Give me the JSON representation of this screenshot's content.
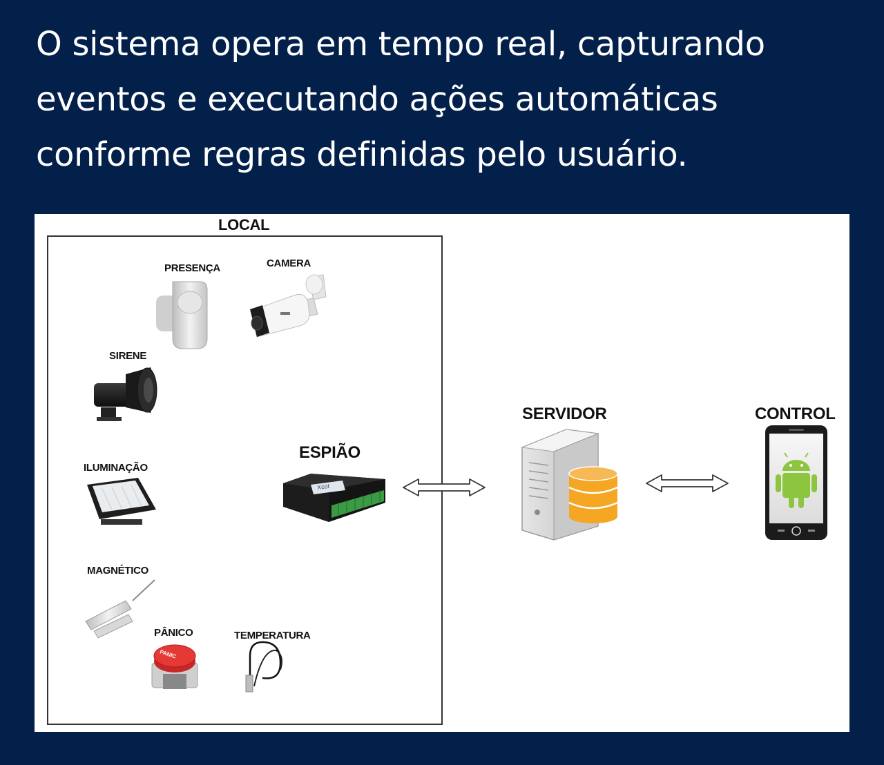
{
  "headline": {
    "line1": "O sistema opera em tempo real, capturando",
    "line2": "eventos e executando ações automáticas",
    "line3": "conforme regras definidas pelo usuário."
  },
  "diagram": {
    "local_title": "LOCAL",
    "devices": {
      "presenca": "PRESENÇA",
      "camera": "CAMERA",
      "sirene": "SIRENE",
      "iluminacao": "ILUMINAÇÃO",
      "magnetico": "MAGNÉTICO",
      "panico": "PÂNICO",
      "temperatura": "TEMPERATURA"
    },
    "espiao": "ESPIÃO",
    "espiao_device_text": "Xcot",
    "servidor": "SERVIDOR",
    "control": "CONTROL",
    "panic_button_text": "PANIC"
  },
  "colors": {
    "background": "#03204a",
    "panel": "#ffffff",
    "database": "#f5a623",
    "android": "#8cc63f"
  },
  "icons": [
    "motion-sensor-icon",
    "camera-icon",
    "siren-icon",
    "floodlight-icon",
    "magnetic-sensor-icon",
    "panic-button-icon",
    "temperature-probe-icon",
    "espiao-device-icon",
    "server-icon",
    "database-icon",
    "smartphone-icon",
    "android-icon",
    "double-arrow-icon"
  ]
}
